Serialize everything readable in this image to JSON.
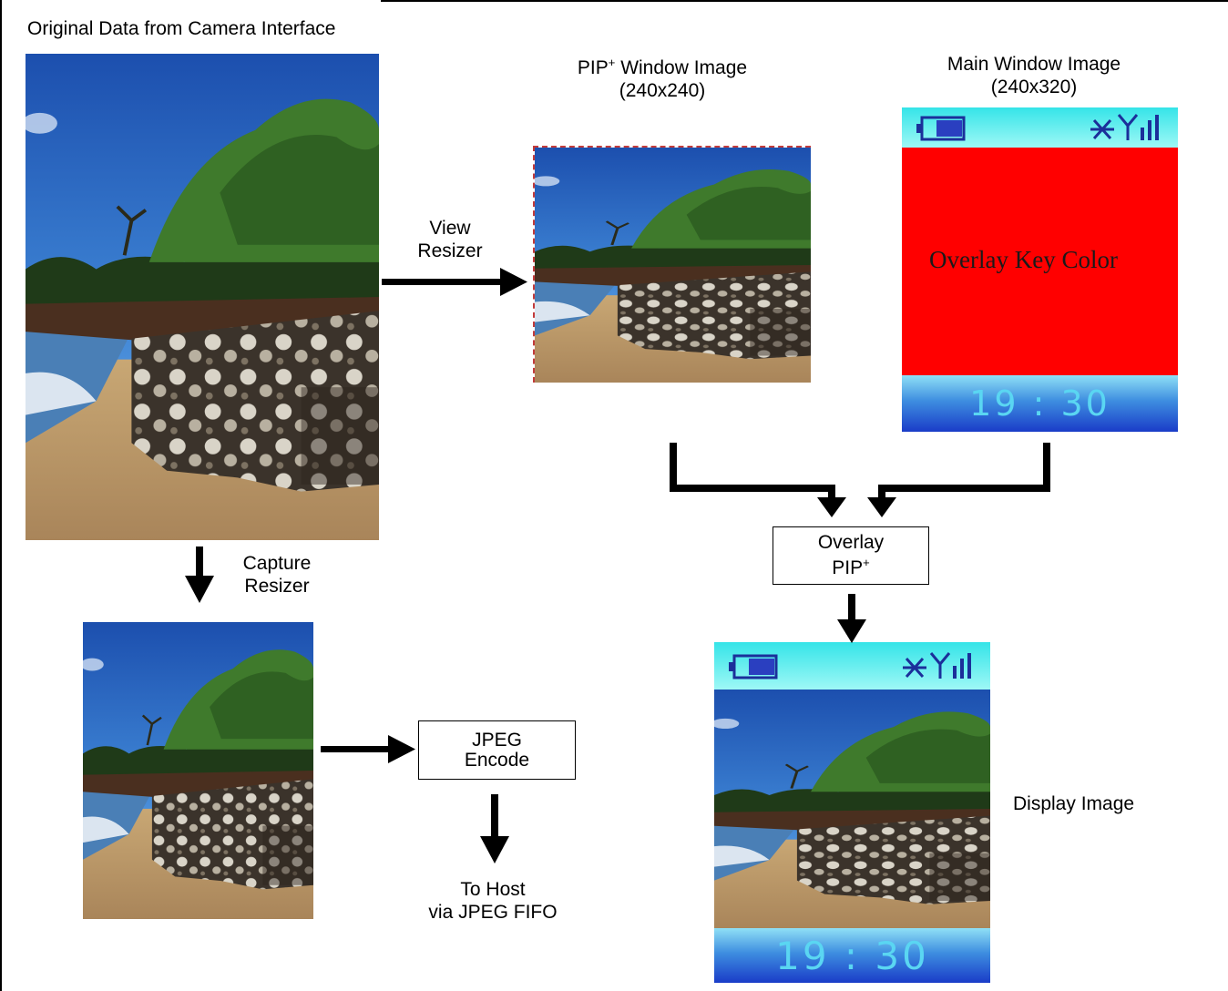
{
  "labels": {
    "original": "Original Data from Camera Interface",
    "view_resizer_1": "View",
    "view_resizer_2": "Resizer",
    "pip_window_1": "PIP",
    "pip_window_sup": "+",
    "pip_window_2": " Window Image",
    "pip_window_size": "(240x240)",
    "main_window_1": "Main Window Image",
    "main_window_size": "(240x320)",
    "capture_resizer_1": "Capture",
    "capture_resizer_2": "Resizer",
    "to_host_1": "To Host",
    "to_host_2": "via JPEG FIFO",
    "display_image": "Display Image"
  },
  "boxes": {
    "overlay_1": "Overlay",
    "overlay_2": "PIP",
    "overlay_sup": "+",
    "jpeg_1": "JPEG",
    "jpeg_2": "Encode"
  },
  "main_window": {
    "overlay_key_text": "Overlay Key Color",
    "overlay_key_color": "#ff0000",
    "clock": "19 : 30"
  },
  "display": {
    "clock": "19 : 30"
  },
  "icons": [
    "battery-icon",
    "bluetooth-icon",
    "signal-icon"
  ]
}
